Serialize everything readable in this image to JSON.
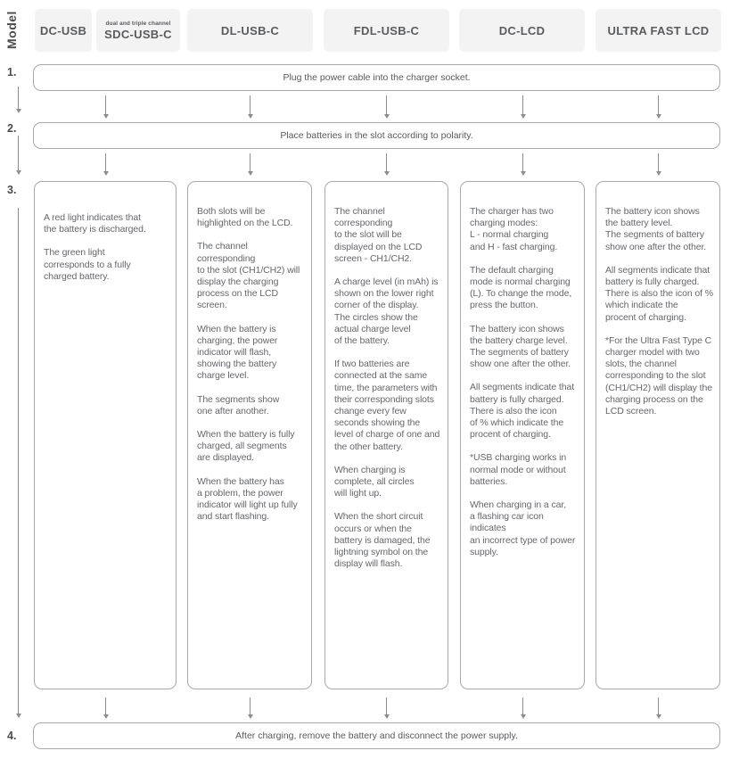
{
  "model_header": {
    "label": "Model",
    "models": [
      {
        "name": "DC-USB",
        "subtitle": ""
      },
      {
        "name": "SDC-USB-C",
        "subtitle": "dual and triple channel"
      },
      {
        "name": "DL-USB-C",
        "subtitle": ""
      },
      {
        "name": "FDL-USB-C",
        "subtitle": ""
      },
      {
        "name": "DC-LCD",
        "subtitle": ""
      },
      {
        "name": "ULTRA FAST LCD",
        "subtitle": ""
      }
    ]
  },
  "steps": {
    "step1": {
      "number": "1.",
      "text": "Plug the power cable into the charger socket."
    },
    "step2": {
      "number": "2.",
      "text": "Place batteries in the slot according to polarity."
    },
    "step3": {
      "number": "3."
    },
    "step4": {
      "number": "4.",
      "text": "After charging, remove the battery and disconnect the power supply."
    }
  },
  "step3_columns": [
    {
      "model": "DC-USB",
      "paragraphs": [
        "A red light indicates that\nthe battery is discharged.",
        "The green light\ncorresponds to a fully\ncharged battery."
      ]
    },
    {
      "model": "SDC-USB-C",
      "paragraphs": [
        "Both slots will be\nhighlighted on the LCD.",
        "The channel corresponding\nto the slot (CH1/CH2) will\ndisplay the charging\nprocess on the LCD screen.",
        "When the battery is\ncharging, the power\nindicator will flash,\nshowing the battery\ncharge level.",
        "The segments show\none after another.",
        "When the battery is fully\ncharged, all segments\nare displayed.",
        "When the battery has\na problem, the power\nindicator will light up fully\nand start flashing."
      ]
    },
    {
      "model": "FDL-USB-C",
      "paragraphs": [
        "The channel corresponding\nto the slot will be\ndisplayed on the LCD\nscreen - CH1/CH2.",
        "A charge level (in mAh) is\nshown on the lower right\ncorner of the display.\nThe circles show the\nactual charge level\nof the battery.",
        "If two batteries are\nconnected at the same\ntime, the parameters with\ntheir corresponding slots\nchange every few\nseconds showing the\nlevel of charge of one and\nthe other battery.",
        "When charging is\ncomplete, all circles\nwill light up.",
        "When the short circuit\noccurs or when the\nbattery is damaged, the\nlightning symbol on the\ndisplay will flash."
      ]
    },
    {
      "model": "DC-LCD",
      "paragraphs": [
        "The charger has two\ncharging modes:\nL - normal charging\nand H - fast charging.",
        "The default charging\nmode is normal charging\n(L). To change the mode,\npress the button.",
        "The battery icon shows\nthe battery charge level.\nThe segments of battery\nshow one after the other.",
        "All segments indicate that\nbattery is fully charged.\nThere is also the icon\nof % which indicate the\nprocent of charging.",
        "*USB charging works in\nnormal mode or without\nbatteries.",
        "When charging in a car,\na flashing car icon indicates\nan incorrect type of power\nsupply."
      ]
    },
    {
      "model": "ULTRA FAST LCD",
      "paragraphs": [
        "The battery icon shows\nthe battery level.\nThe segments of battery\nshow one after the other.",
        "All segments indicate that\nbattery is fully charged.\nThere is also the icon of %\nwhich indicate the\nprocent of charging.",
        "*For the Ultra Fast Type C\ncharger model with two\nslots, the channel\ncorresponding to the slot\n(CH1/CH2) will display the\ncharging process on the\nLCD screen."
      ]
    }
  ],
  "colors": {
    "header_box_bg": "#f3f3f4",
    "box_border": "#a6a8ab",
    "text_primary": "#58595b",
    "text_body": "#66676a",
    "arrow": "#8b8d90"
  }
}
